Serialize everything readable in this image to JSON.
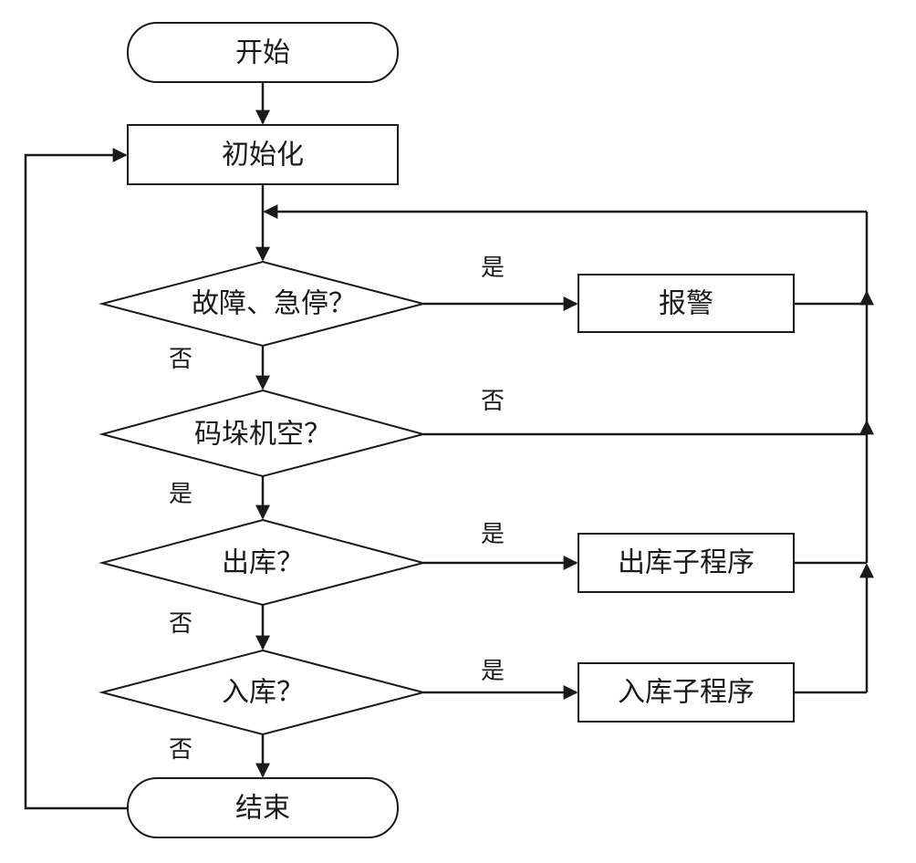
{
  "colors": {
    "stroke": "#1a1a1a",
    "background": "#ffffff"
  },
  "nodes": {
    "start": "开始",
    "init": "初始化",
    "fault_check": "故障、急停？",
    "alarm": "报警",
    "stacker_empty": "码垛机空？",
    "outbound_check": "出库？",
    "outbound_sub": "出库子程序",
    "inbound_check": "入库？",
    "inbound_sub": "入库子程序",
    "end": "结束"
  },
  "edges": {
    "fault_yes": "是",
    "fault_no": "否",
    "empty_no": "否",
    "empty_yes": "是",
    "out_yes": "是",
    "out_no": "否",
    "in_yes": "是",
    "in_no": "否"
  }
}
